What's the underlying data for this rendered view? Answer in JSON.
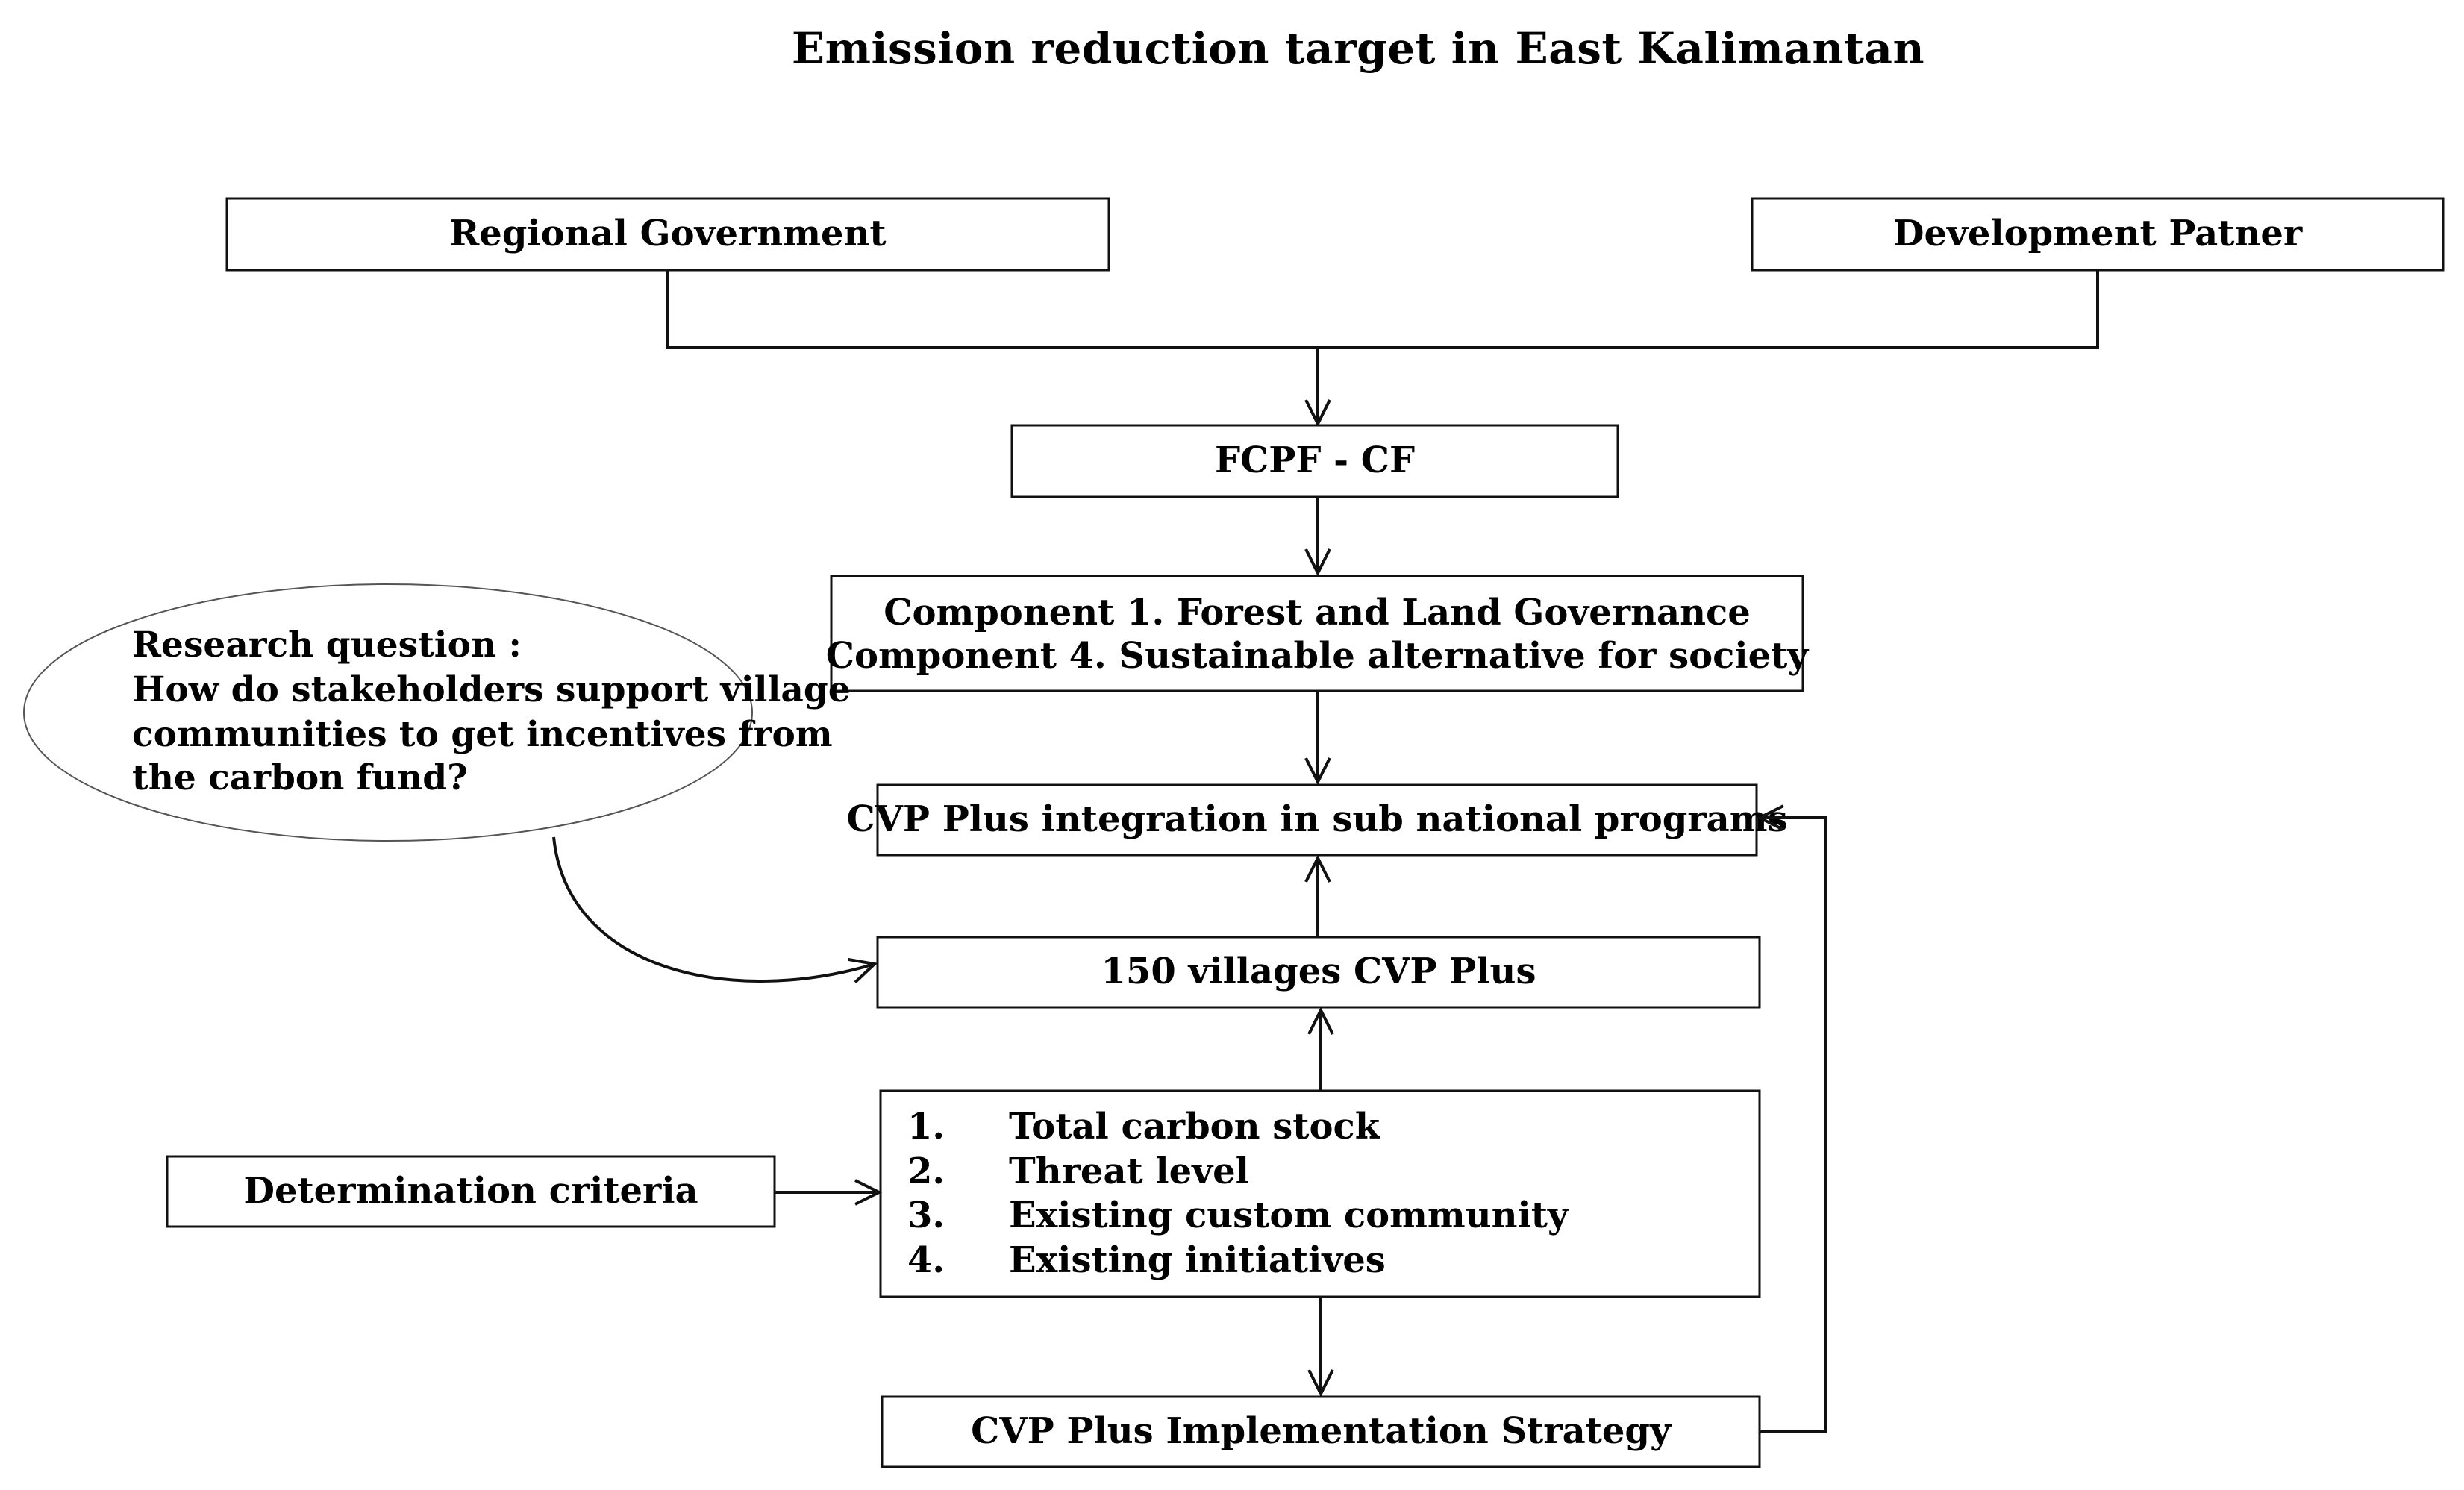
{
  "title": "Emission reduction target in East Kalimantan",
  "nodes": {
    "regional_government": "Regional Government",
    "development_partner": "Development Patner",
    "fcpf_cf": "FCPF - CF",
    "components": [
      "Component 1. Forest and Land Governance",
      "Component 4. Sustainable alternative for society"
    ],
    "cvp_integration": "CVP Plus integration in sub national programs",
    "villages": "150 villages CVP Plus",
    "criteria_list": [
      {
        "num": "1.",
        "text": "Total carbon stock"
      },
      {
        "num": "2.",
        "text": "Threat level"
      },
      {
        "num": "3.",
        "text": "Existing custom community"
      },
      {
        "num": "4.",
        "text": "Existing initiatives"
      }
    ],
    "determination_criteria": "Determination criteria",
    "implementation_strategy": "CVP Plus Implementation Strategy"
  },
  "research_question": {
    "lines": [
      "Research question :",
      "How do stakeholders support village",
      "communities to get incentives from",
      "the carbon fund?"
    ]
  },
  "colors": {
    "stroke": "#111111",
    "text": "#111111",
    "background": "#ffffff"
  }
}
